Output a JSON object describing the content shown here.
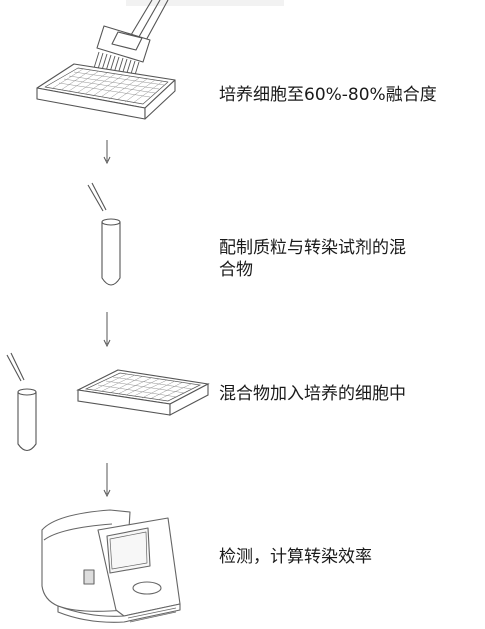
{
  "steps": [
    {
      "text": "培养细胞至60%-80%融合度",
      "icon": "cell-plate-with-multichannel-pipette"
    },
    {
      "text_lines": [
        "配制质粒与转染试剂的混",
        "合物"
      ],
      "icon": "test-tube-with-pipette-tip"
    },
    {
      "text": "混合物加入培养的细胞中",
      "icon": "test-tube-and-well-plate"
    },
    {
      "text": "检测，计算转染效率",
      "icon": "detection-instrument"
    }
  ],
  "colors": {
    "line": "#555555",
    "text": "#1a1a1a"
  }
}
